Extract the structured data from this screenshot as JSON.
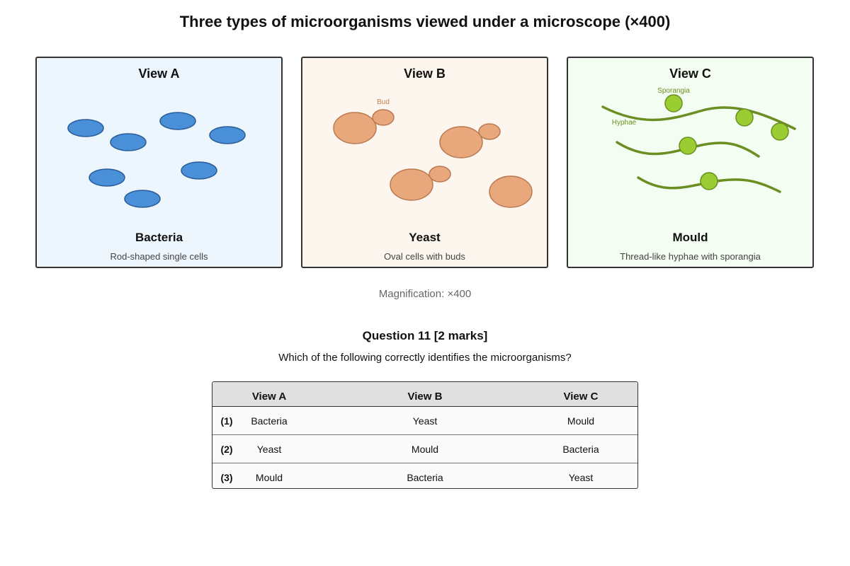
{
  "title": "Three types of microorganisms viewed under a microscope (×400)",
  "panels": [
    {
      "view": "View A",
      "name": "Bacteria",
      "description": "Rod-shaped single cells"
    },
    {
      "view": "View B",
      "name": "Yeast",
      "description": "Oval cells with buds",
      "annotation": "Bud"
    },
    {
      "view": "View C",
      "name": "Mould",
      "description": "Thread-like hyphae with sporangia",
      "annotation_sporangia": "Sporangia",
      "annotation_hyphae": "Hyphae"
    }
  ],
  "colors": {
    "bacteria_fill": "#4a90d9",
    "bacteria_stroke": "#2a5d9a",
    "yeast_fill": "#e8a87c",
    "yeast_stroke": "#b97a52",
    "hyphae_stroke": "#6b8e23",
    "sporangia_fill": "#9acd32"
  },
  "magnification": "Magnification: ×400",
  "question": {
    "title": "Question 11 [2 marks]",
    "text": "Which of the following correctly identifies the microorganisms?"
  },
  "table": {
    "headers": [
      "View A",
      "View B",
      "View C"
    ],
    "rows": [
      {
        "num": "(1)",
        "a": "Bacteria",
        "b": "Yeast",
        "c": "Mould"
      },
      {
        "num": "(2)",
        "a": "Yeast",
        "b": "Mould",
        "c": "Bacteria"
      },
      {
        "num": "(3)",
        "a": "Mould",
        "b": "Bacteria",
        "c": "Yeast"
      }
    ]
  }
}
